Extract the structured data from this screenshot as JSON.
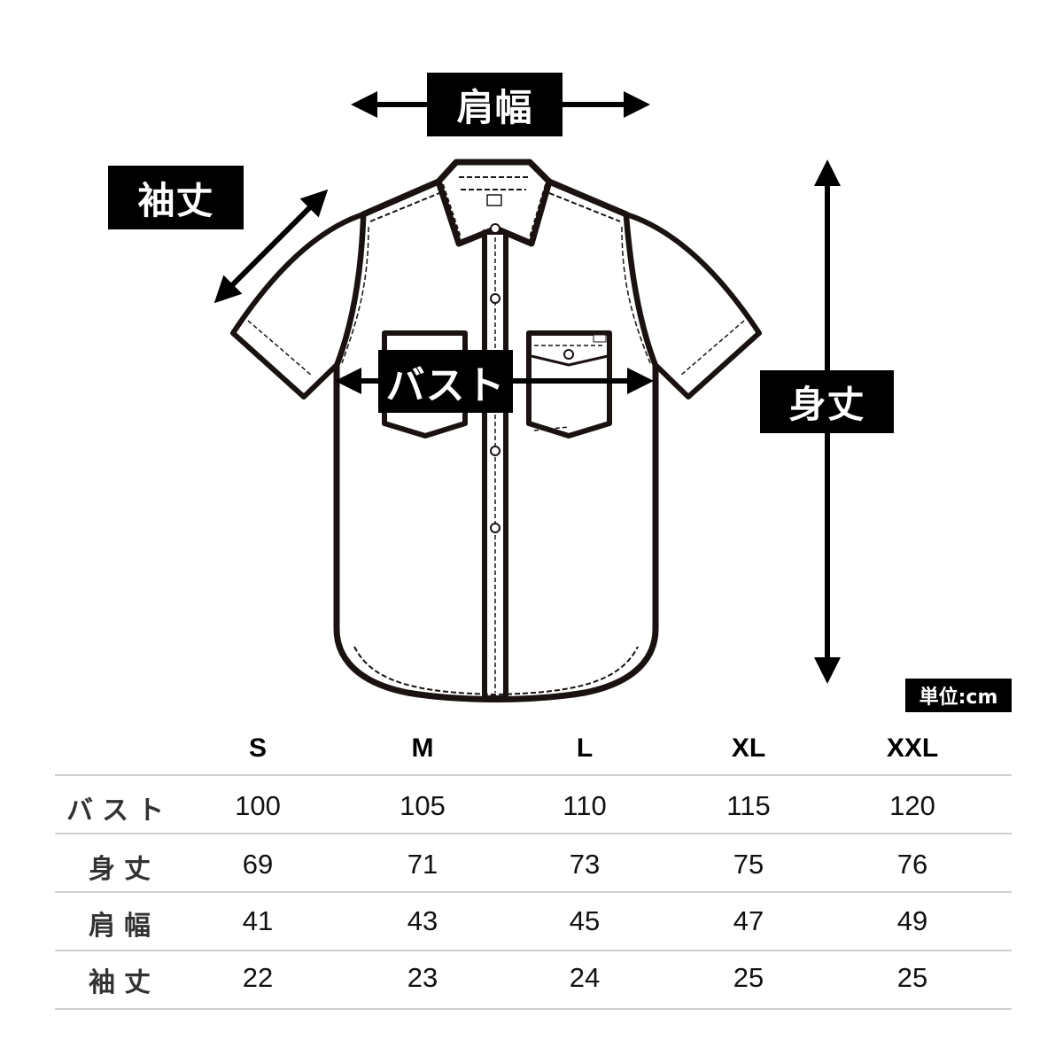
{
  "diagram": {
    "labels": {
      "shoulder_width": "肩幅",
      "sleeve_length": "袖丈",
      "bust": "バスト",
      "body_length": "身丈"
    },
    "unit_label": "単位:cm",
    "garment": "short-sleeve-work-shirt",
    "colors": {
      "ink": "#000000",
      "line": "#1a1210",
      "background": "#ffffff",
      "rule": "#cfcfcf"
    }
  },
  "size_table": {
    "headers": [
      "",
      "S",
      "M",
      "L",
      "XL",
      "XXL"
    ],
    "rows": [
      {
        "label": "バスト",
        "values": [
          "100",
          "105",
          "110",
          "115",
          "120"
        ]
      },
      {
        "label": "身丈",
        "values": [
          "69",
          "71",
          "73",
          "75",
          "76"
        ]
      },
      {
        "label": "肩幅",
        "values": [
          "41",
          "43",
          "45",
          "47",
          "49"
        ]
      },
      {
        "label": "袖丈",
        "values": [
          "22",
          "23",
          "24",
          "25",
          "25"
        ]
      }
    ]
  }
}
